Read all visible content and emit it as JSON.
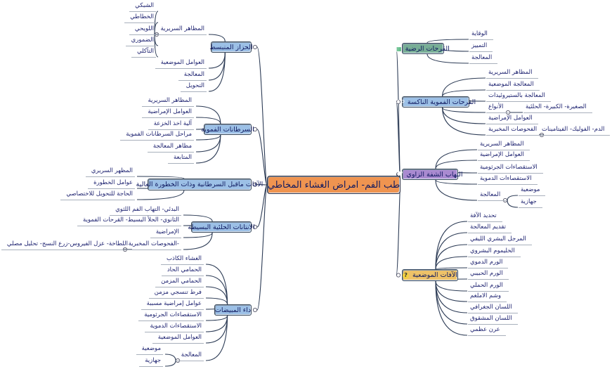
{
  "title": "طب الفم- امراض الغشاء المخاطي",
  "branches": [
    {
      "label": "الحزاز المنبسط",
      "icon": null,
      "leaves": [
        {
          "label": "المظاهر السريرية",
          "children": [
            "الشبكي",
            "الخطاطي",
            "اللويحي",
            "الضموري",
            "التآكلي"
          ]
        },
        {
          "label": "العوامل الموضعية"
        },
        {
          "label": "المعالجة"
        },
        {
          "label": "التحويل"
        }
      ]
    },
    {
      "label": "السرطانات الفموية",
      "icon": null,
      "leaves": [
        {
          "label": "المظاهر السريرية"
        },
        {
          "label": "العوامل الإمراضية"
        },
        {
          "label": "آلية اخذ الخزعة"
        },
        {
          "label": "مراحل السرطانات الفموية"
        },
        {
          "label": "مظاهر المعالجة"
        },
        {
          "label": "المتابعة"
        }
      ]
    },
    {
      "label": "الآفات ماقبل السرطانية وذات الخطورة العالية",
      "icon": null,
      "leaves": [
        {
          "label": "المظهر السريري"
        },
        {
          "label": "عوامل الخطورة"
        },
        {
          "label": "الحاجة للتحويل للاختصاصي"
        }
      ]
    },
    {
      "label": "الانتانات الحلئية البسيطة",
      "icon": null,
      "leaves": [
        {
          "label": "البدئي- التهاب الفم اللثوي"
        },
        {
          "label": "الثانوي- الحلأ البسيط- القرحات الفموية"
        },
        {
          "label": "الإمراضية"
        },
        {
          "label": "-الفحوصات المخبرية",
          "children": [
            "اللطاخة- عزل الفيروس-زرع النسج- تحليل مصلي"
          ]
        }
      ]
    },
    {
      "label": "داء المبيضات",
      "icon": null,
      "leaves": [
        {
          "label": "الغشاء الكاذب"
        },
        {
          "label": "الحمامي الحاد"
        },
        {
          "label": "الحمامي المزمن"
        },
        {
          "label": "فرط تنسجي مزمن"
        },
        {
          "label": "عوامل إمراضية مسببة"
        },
        {
          "label": "الاستقصاءات الجرثومية"
        },
        {
          "label": "الاستقصاءات الدموية"
        },
        {
          "label": "العوامل الموضعية"
        },
        {
          "label": "المعالجة",
          "children": [
            "موضعية",
            "جهازية"
          ]
        }
      ]
    },
    {
      "label": "القرحات الرضية",
      "icon": "spreadsheet-icon",
      "leaves": [
        {
          "label": "الوقاية"
        },
        {
          "label": "التمييز"
        },
        {
          "label": "المعالجة"
        }
      ]
    },
    {
      "label": "القرحات الفموية الناكسة",
      "icon": "link-icon",
      "leaves": [
        {
          "label": "المظاهر السريرية"
        },
        {
          "label": "المعالجة الموضعية"
        },
        {
          "label": "المعالجة بالستيروئيدات"
        },
        {
          "label": "الأنواع",
          "children": [
            "الصغيرة- الكبيرة- الحلئية"
          ]
        },
        {
          "label": "العوامل الإمراضية"
        },
        {
          "label": "الفحوصات المخبرية",
          "children": [
            "الدم- الفوليك- الفيتامينات"
          ]
        }
      ]
    },
    {
      "label": "التهاب الشفة الزاوي",
      "icon": "heart-icon",
      "leaves": [
        {
          "label": "المظاهر السريرية"
        },
        {
          "label": "العوامل الإمراضية"
        },
        {
          "label": "الاستقصاءات الجرثومية"
        },
        {
          "label": "الاستقصاءات الدموية"
        },
        {
          "label": "المعالجة",
          "children": [
            "موضعية",
            "جهازية"
          ]
        }
      ]
    },
    {
      "label": "الآفات الموضعية",
      "icon": "question-icon",
      "leaves": [
        {
          "label": "تحديد الآفة"
        },
        {
          "label": "تقديم المعالجة"
        },
        {
          "label": "المرجل البشري الليفي"
        },
        {
          "label": "الخليموم البشروي"
        },
        {
          "label": "الورم الدموي"
        },
        {
          "label": "الورم الحبيبي"
        },
        {
          "label": "الورم الحملي"
        },
        {
          "label": "وشم الاملغم"
        },
        {
          "label": "اللسان الجغرافي"
        },
        {
          "label": "اللسان المشقوق"
        },
        {
          "label": "عرن عظمي"
        }
      ]
    }
  ],
  "colors": {
    "center": "#ef9450",
    "blue": "#9cc0e6",
    "green": "#78ae96",
    "purple": "#a98ad0",
    "yellow": "#eec268",
    "text": "#1a1f6e"
  }
}
